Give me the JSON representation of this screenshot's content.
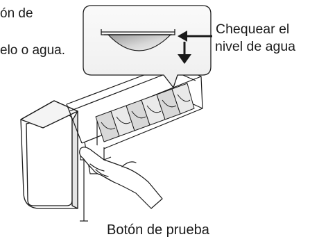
{
  "labels": {
    "clipped_top": "ón de",
    "clipped_mid": "elo o agua.",
    "check_line1": "Chequear el",
    "check_line2": "nivel de agua",
    "test_button": "Botón de prueba"
  },
  "colors": {
    "stroke": "#1a1a1a",
    "bubble_fill": "#f7f7f7",
    "tray_shade": "#b8b8b8",
    "body_fill": "#ffffff"
  },
  "icons": {
    "arrow_left": "arrow-left-icon",
    "arrow_down": "arrow-down-icon"
  }
}
